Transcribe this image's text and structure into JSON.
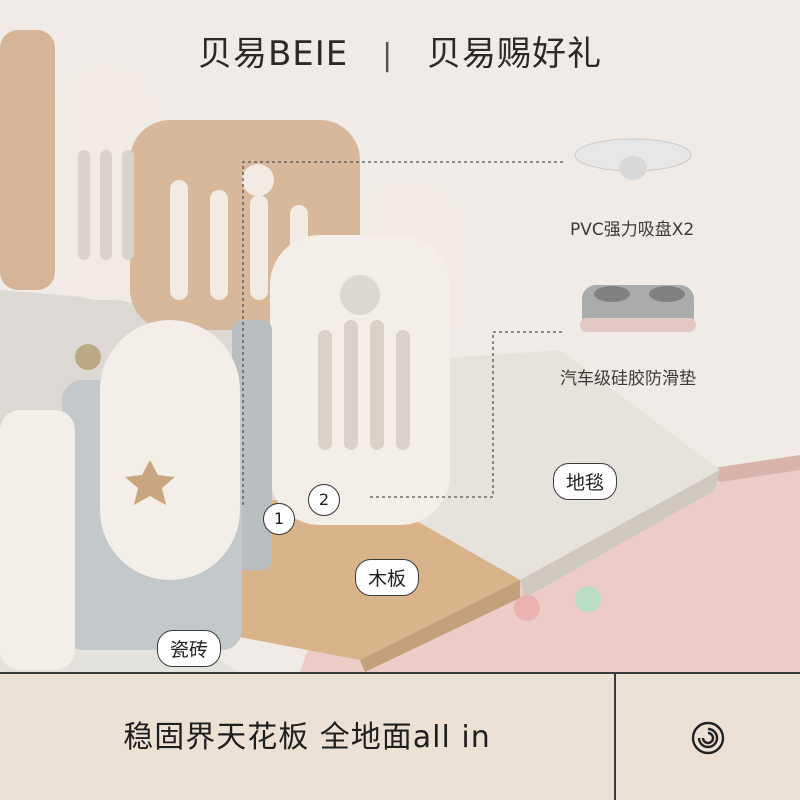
{
  "header": {
    "brand_left": "贝易BEIE",
    "separator": "|",
    "brand_right": "贝易赐好礼"
  },
  "callouts": {
    "suction_cup": "PVC强力吸盘X2",
    "anti_slip_pad": "汽车级硅胶防滑垫"
  },
  "floor_tags": {
    "carpet": "地毯",
    "wood": "木板",
    "tile": "瓷砖"
  },
  "badges": [
    "1",
    "2"
  ],
  "footer": {
    "slogan": "稳固界天花板 全地面all in",
    "logo_icon": "spiral-logo-icon"
  },
  "colors": {
    "panel_cream": "#f2ebe3",
    "panel_tan": "#d6b497",
    "panel_gray": "#b7bdbd",
    "floor_pink": "#e9c9c3",
    "bar_bg": "#ede1d5"
  }
}
